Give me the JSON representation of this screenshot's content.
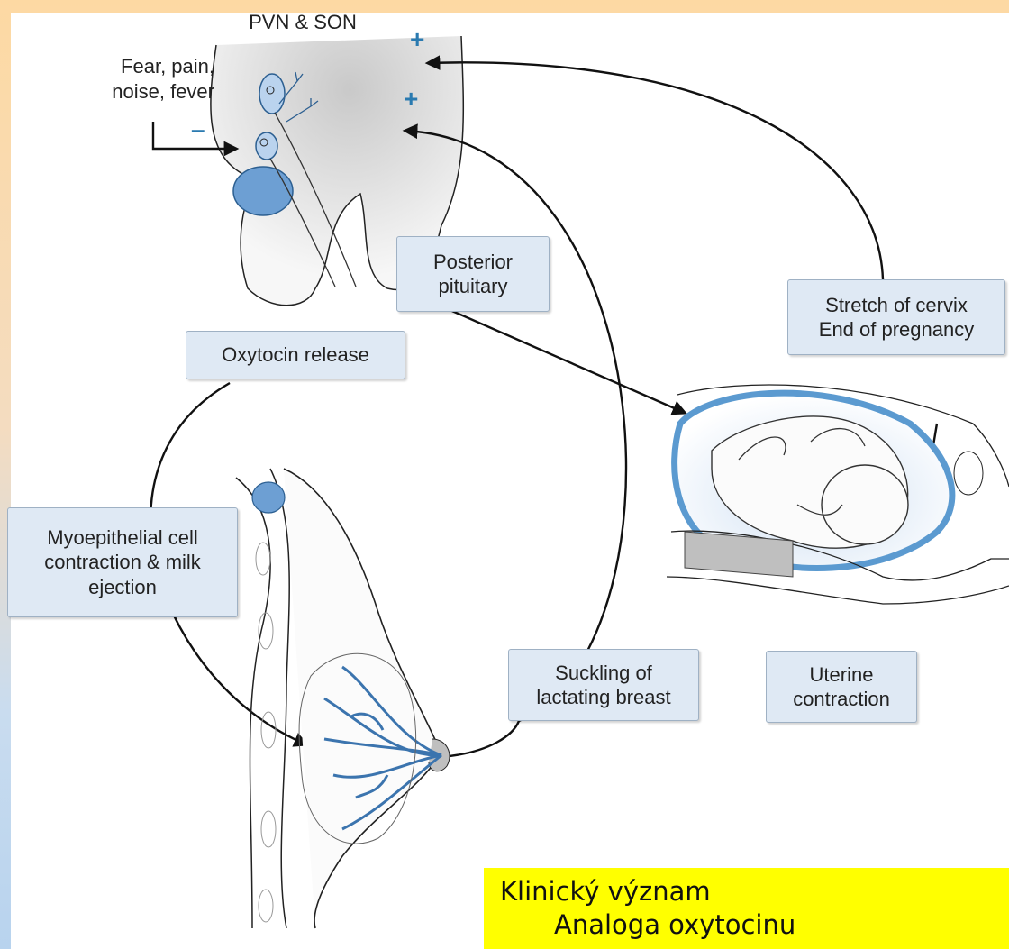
{
  "labels": {
    "top": "PVN & SON",
    "inputs_line1": "Fear, pain,",
    "inputs_line2": "noise, fever",
    "minus": "–",
    "plus1": "+",
    "plus2": "+"
  },
  "boxes": {
    "posterior_line1": "Posterior",
    "posterior_line2": "pituitary",
    "oxytocin": "Oxytocin release",
    "stretch_line1": "Stretch of cervix",
    "stretch_line2": "End of pregnancy",
    "myo_line1": "Myoepithelial cell",
    "myo_line2": "contraction & milk",
    "myo_line3": "ejection",
    "suckling_line1": "Suckling of",
    "suckling_line2": "lactating breast",
    "uterine_line1": "Uterine",
    "uterine_line2": "contraction"
  },
  "callout": {
    "heading": "Klinický význam",
    "sub": "Analoga oxytocinu"
  },
  "colors": {
    "box_fill": "#dfe9f4",
    "accent_blue": "#5b9ad0",
    "callout": "#ffff00"
  }
}
